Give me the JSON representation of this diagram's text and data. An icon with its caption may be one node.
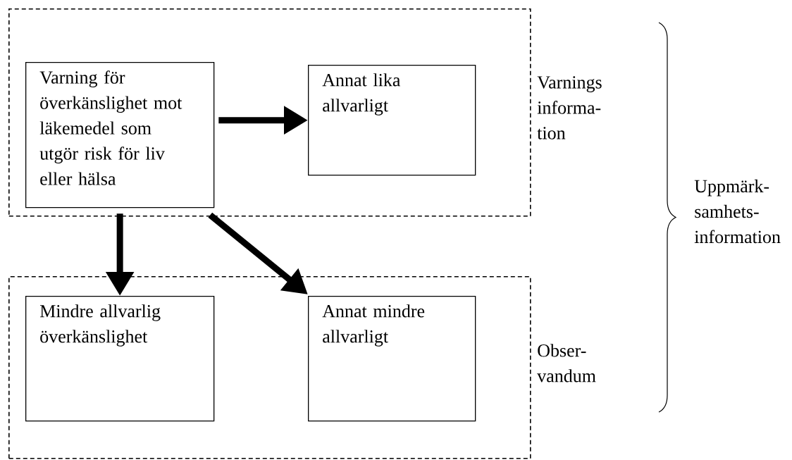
{
  "diagram": {
    "nodes": [
      {
        "text": [
          "Varnings informa-tion"
        ]
      },
      {
        "text": [
          "Varning för överkänslighet mot läkemedel som utgör risk för liv eller hälsa"
        ],
        "in": 0
      },
      {
        "text": [
          "Annat lika allvarligt"
        ],
        "in": 0
      },
      {
        "text": [
          "Obser-vandum"
        ]
      },
      {
        "text": [
          "Mindre allvarlig överkänslighet"
        ],
        "in": 3
      },
      {
        "text": [
          "Annat mindre allvarligt"
        ],
        "in": 3
      }
    ],
    "edges": [
      {
        "from": 1,
        "to": 2,
        "arrow": "to"
      },
      {
        "from": 1,
        "to": 4,
        "arrow": "to"
      },
      {
        "from": 1,
        "to": 5,
        "arrow": "to"
      }
    ],
    "labels": [
      "Uppmärk-samhets-information"
    ]
  }
}
